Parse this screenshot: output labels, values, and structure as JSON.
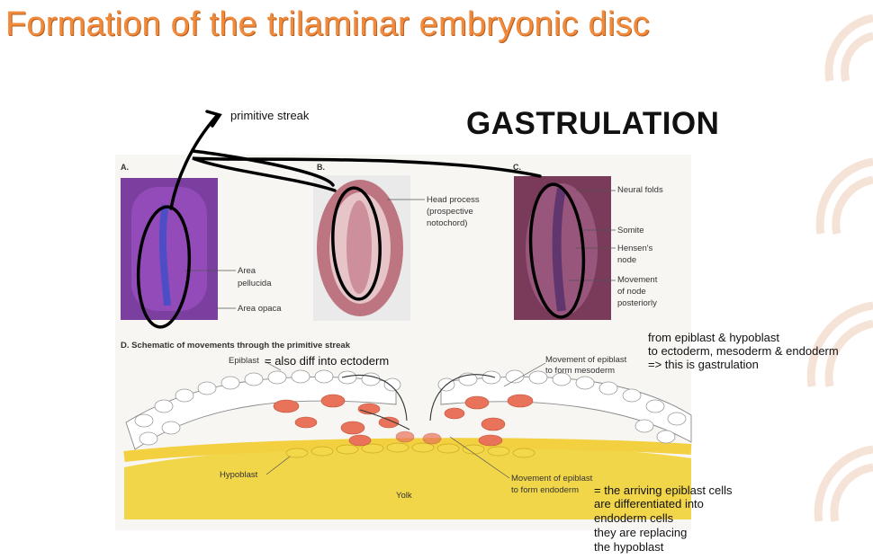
{
  "title": "Formation of the trilaminar embryonic disc",
  "heading": "GASTRULATION",
  "annotations": {
    "primitive_streak": "primitive streak",
    "epiblast_note": "= also diff into ectoderm",
    "gastrulation_note": [
      "from epiblast & hypoblast",
      "to ectoderm, mesoderm & endoderm",
      "=> this is gastrulation"
    ],
    "endoderm_note": [
      "= the arriving epiblast cells",
      "are differentiated into",
      "endoderm cells",
      "they are replacing",
      "the hypoblast"
    ]
  },
  "figure": {
    "panel_a": {
      "letter": "A.",
      "labels": [
        "Area",
        "pellucida",
        "Area opaca"
      ]
    },
    "panel_b": {
      "letter": "B.",
      "labels": [
        "Head process",
        "(prospective",
        "notochord)"
      ]
    },
    "panel_c": {
      "letter": "C.",
      "labels": [
        "Neural folds",
        "Somite",
        "Hensen's",
        "node",
        "Movement",
        "of node",
        "posteriorly"
      ]
    },
    "panel_d": {
      "caption": "D. Schematic of movements through the primitive streak",
      "epiblast": "Epiblast",
      "hypoblast": "Hypoblast",
      "yolk": "Yolk",
      "mesoderm_label": [
        "Movement of epiblast",
        "to form mesoderm"
      ],
      "endoderm_label": [
        "Movement of epiblast",
        "to form endoderm"
      ]
    }
  },
  "colors": {
    "title": "#f08a3c",
    "yolk": "#f2d64a",
    "mesoderm_cells": "#e8735a",
    "panel_a": "#8a3fa8",
    "panel_b": "#b56a7a",
    "panel_c": "#6b2e5e"
  }
}
